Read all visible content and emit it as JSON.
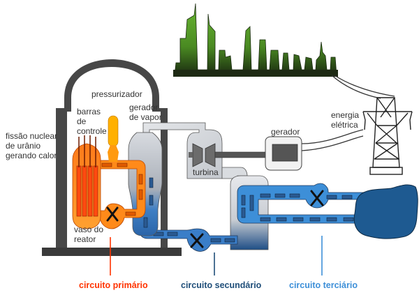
{
  "title": "Usina nuclear - circuitos",
  "colors": {
    "primary": "#ff3300",
    "secondary": "#1f4e79",
    "tertiary": "#3d8fd8",
    "water": "#1e5a91",
    "containment": "#444444",
    "city": "#5aa02c"
  },
  "labels": {
    "fission": "fissão nuclear\nde urânio\ngerando calor",
    "pressurizer": "pressurizador",
    "control_rods": "barras\nde\ncontrole",
    "steam_generator": "gerador\nde vapor",
    "reactor_vessel": "vaso do\nreator",
    "turbine": "turbina",
    "generator": "gerador",
    "electric_energy": "energia\nelétrica"
  },
  "captions": {
    "primary": "circuito primário",
    "secondary": "circuito secundário",
    "tertiary": "circuito terciário"
  }
}
